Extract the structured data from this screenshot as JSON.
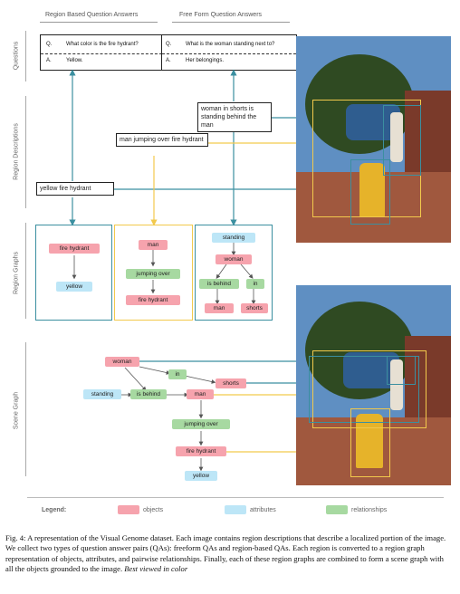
{
  "headers": {
    "region_qa": "Region Based Question Answers",
    "freeform_qa": "Free Form Question Answers"
  },
  "side_labels": {
    "questions": "Questions",
    "region_descriptions": "Region Descriptions",
    "region_graphs": "Region Graphs",
    "scene_graph": "Scene Graph"
  },
  "qa": {
    "region": {
      "q_marker": "Q.",
      "q": "What color is the fire hydrant?",
      "a_marker": "A.",
      "a": "Yellow."
    },
    "freeform": {
      "q_marker": "Q.",
      "q": "What is the woman standing next to?",
      "a_marker": "A.",
      "a": "Her belongings."
    }
  },
  "descriptions": {
    "woman": "woman in shorts is standing behind the man",
    "man": "man jumping over fire hydrant",
    "hydrant": "yellow fire hydrant"
  },
  "region_graphs": {
    "g1": {
      "obj": "fire hydrant",
      "att": "yellow"
    },
    "g2": {
      "obj1": "man",
      "rel": "jumping over",
      "obj2": "fire hydrant"
    },
    "g3": {
      "att": "standing",
      "obj1": "woman",
      "rel1": "is behind",
      "rel2": "in",
      "obj2": "man",
      "obj3": "shorts"
    }
  },
  "scene_graph": {
    "woman": "woman",
    "in": "in",
    "shorts": "shorts",
    "standing": "standing",
    "is_behind": "is behind",
    "man": "man",
    "jumping_over": "jumping over",
    "fire_hydrant": "fire hydrant",
    "yellow": "yellow"
  },
  "legend": {
    "title": "Legend:",
    "objects": "objects",
    "attributes": "attributes",
    "relationships": "relationships"
  },
  "caption": {
    "text": "Fig. 4: A representation of the Visual Genome dataset. Each image contains region descriptions that describe a localized portion of the image. We collect two types of question answer pairs (QAs): freeform QAs and region-based QAs. Each region is converted to a region graph representation of objects, attributes, and pairwise relationships. Finally, each of these region graphs are combined to form a scene graph with all the objects grounded to the image.",
    "note": "Best viewed in color"
  },
  "colors": {
    "object": "#f6a3ad",
    "attribute": "#bde6f7",
    "relationship": "#a7d9a1",
    "teal": "#3b8fa0",
    "yellow": "#f2c94c"
  }
}
